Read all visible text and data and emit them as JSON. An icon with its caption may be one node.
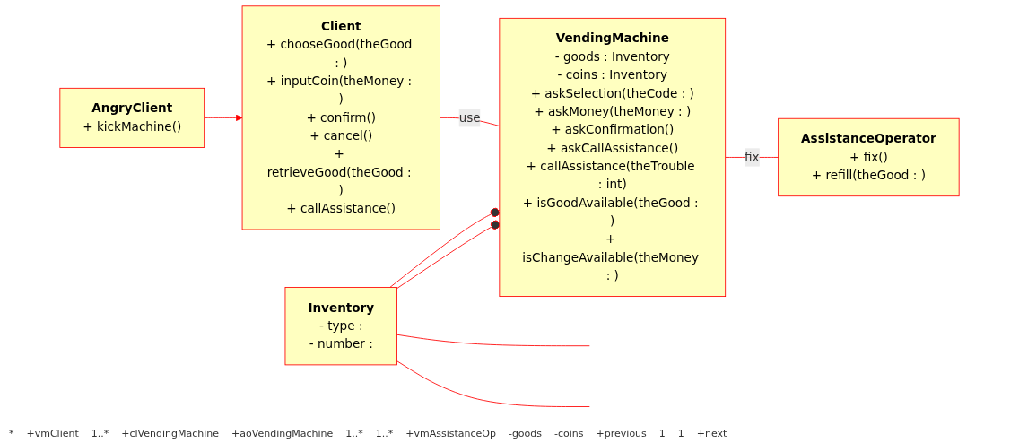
{
  "diagram": {
    "nodes": [
      {
        "text": [
          "Client",
          "+ chooseGood(theGood : )",
          "+ inputCoin(theMoney : )",
          "+ confirm()",
          "+ cancel()",
          "+ retrieveGood(theGood : )",
          "+ callAssistance()"
        ]
      },
      {
        "text": [
          "VendingMachine",
          "- goods : Inventory",
          "- coins : Inventory",
          "+ askSelection(theCode : )",
          "+ askMoney(theMoney : )",
          "+ askConfirmation()",
          "+ askCallAssistance()",
          "+ callAssistance(theTrouble : int)",
          "+ isGoodAvailable(theGood : )",
          "+ isChangeAvailable(theMoney : )"
        ]
      },
      {
        "text": [
          "AssistanceOperator",
          "+ fix()",
          "+ refill(theGood : )"
        ]
      },
      {
        "text": [
          "Inventory",
          "- type :",
          "- number :"
        ]
      },
      {
        "text": [
          "AngryClient",
          "+ kickMachine()"
        ]
      }
    ],
    "edges": [
      {
        "from": 0,
        "to": 1,
        "arrow": "none",
        "label": "use"
      },
      {
        "from": 4,
        "to": 0,
        "arrow": "to"
      },
      {
        "from": 1,
        "to": 2,
        "arrow": "none",
        "label": "fix"
      },
      {
        "from": 3,
        "to": 1,
        "arrow": "other"
      },
      {
        "from": 3,
        "to": 1,
        "arrow": "other"
      },
      {
        "from": 3,
        "to": null,
        "arrow": "none"
      },
      {
        "from": 3,
        "to": null,
        "arrow": "none"
      }
    ],
    "labels": [
      "*",
      "+vmClient",
      "1..*",
      "+clVendingMachine",
      "+aoVendingMachine",
      "1..*",
      "1..*",
      "+vmAssistanceOp",
      "-goods",
      "-coins",
      "+previous",
      "1",
      "1",
      "+next"
    ]
  }
}
